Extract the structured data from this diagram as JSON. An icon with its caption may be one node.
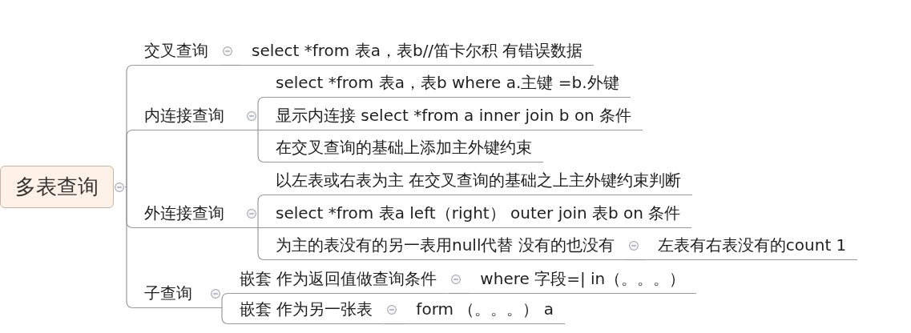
{
  "diagram": {
    "nodes": [
      {
        "text": [
          "多表查询"
        ]
      },
      {
        "text": [
          "交叉查询"
        ]
      },
      {
        "text": [
          "select *from 表a，表b//笛卡尔积 有错误数据"
        ]
      },
      {
        "text": [
          "内连接查询"
        ]
      },
      {
        "text": [
          "select *from 表a，表b where a.主键 =b.外键"
        ]
      },
      {
        "text": [
          "显示内连接 select *from a inner join b on 条件"
        ]
      },
      {
        "text": [
          "在交叉查询的基础上添加主外键约束"
        ]
      },
      {
        "text": [
          "外连接查询"
        ]
      },
      {
        "text": [
          "以左表或右表为主 在交叉查询的基础之上主外键约束判断"
        ]
      },
      {
        "text": [
          "select *from 表a left（right） outer join 表b on 条件"
        ]
      },
      {
        "text": [
          "为主的表没有的另一表用null代替 没有的也没有"
        ]
      },
      {
        "text": [
          "左表有右表没有的count 1"
        ]
      },
      {
        "text": [
          "子查询"
        ]
      },
      {
        "text": [
          "嵌套 作为返回值做查询条件"
        ]
      },
      {
        "text": [
          "where 字段=| in（。。。）"
        ]
      },
      {
        "text": [
          "嵌套 作为另一张表"
        ]
      },
      {
        "text": [
          "form （。。。） a"
        ]
      }
    ],
    "edges": [
      {
        "from": 0,
        "to": 1,
        "arrow": "none"
      },
      {
        "from": 0,
        "to": 3,
        "arrow": "none"
      },
      {
        "from": 0,
        "to": 7,
        "arrow": "none"
      },
      {
        "from": 0,
        "to": 12,
        "arrow": "none"
      },
      {
        "from": 1,
        "to": 2,
        "arrow": "none"
      },
      {
        "from": 3,
        "to": 4,
        "arrow": "none"
      },
      {
        "from": 3,
        "to": 5,
        "arrow": "none"
      },
      {
        "from": 3,
        "to": 6,
        "arrow": "none"
      },
      {
        "from": 7,
        "to": 8,
        "arrow": "none"
      },
      {
        "from": 7,
        "to": 9,
        "arrow": "none"
      },
      {
        "from": 7,
        "to": 10,
        "arrow": "none"
      },
      {
        "from": 10,
        "to": 11,
        "arrow": "none"
      },
      {
        "from": 12,
        "to": 13,
        "arrow": "none"
      },
      {
        "from": 12,
        "to": 15,
        "arrow": "none"
      },
      {
        "from": 13,
        "to": 14,
        "arrow": "none"
      },
      {
        "from": 15,
        "to": 16,
        "arrow": "none"
      }
    ]
  }
}
